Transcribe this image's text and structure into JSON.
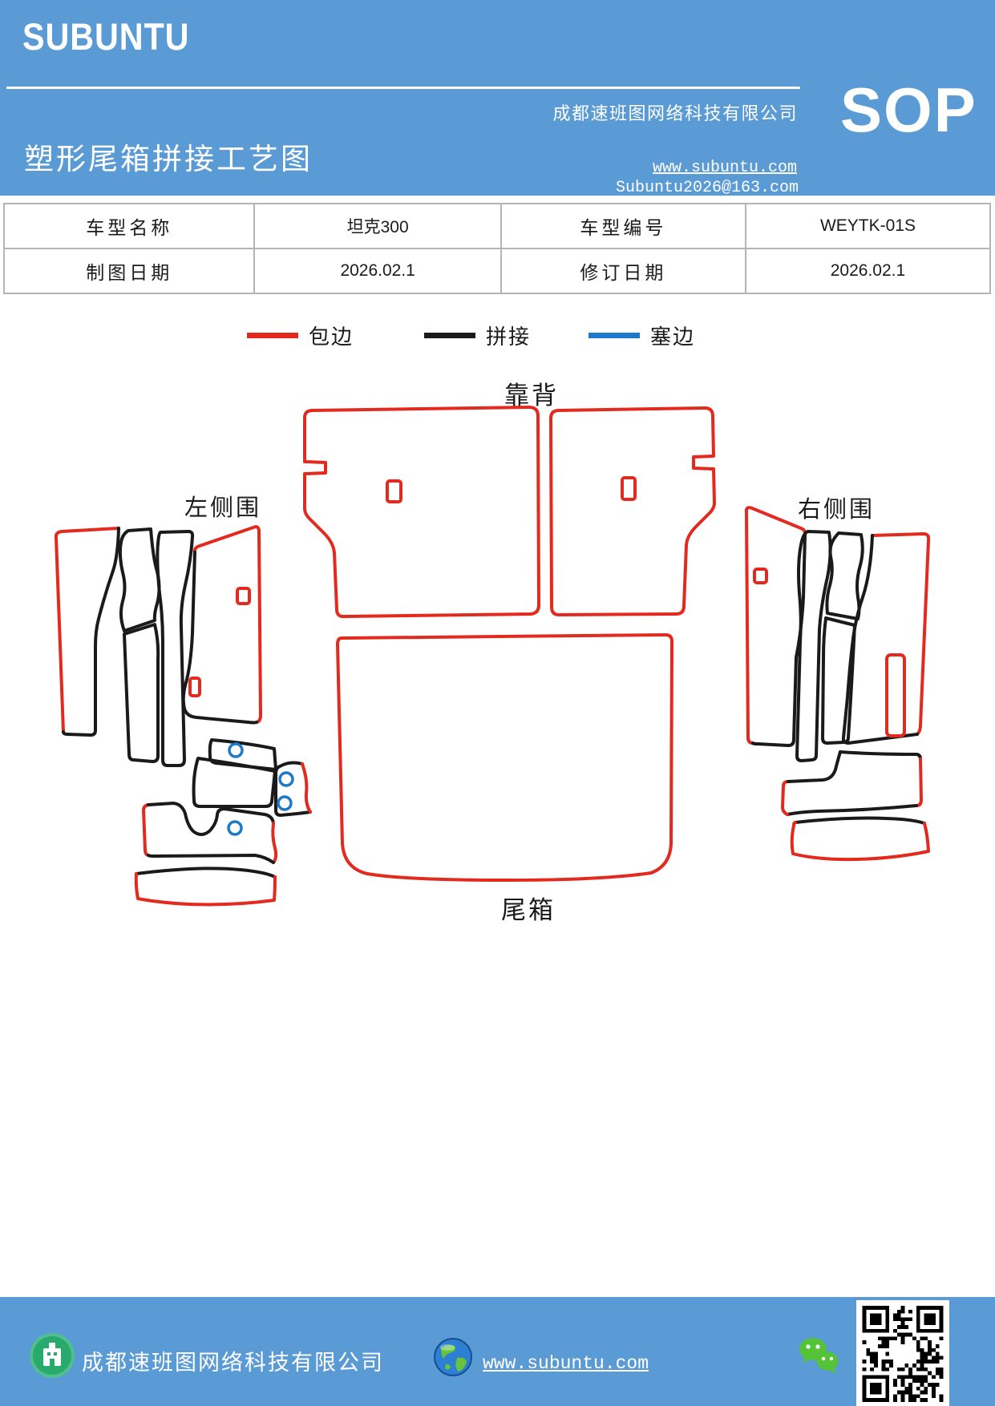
{
  "colors": {
    "accent_blue": "#5b9bd5",
    "outline_red": "#e22a1e",
    "outline_black": "#1a1a1a",
    "mark_blue": "#1e7ac8"
  },
  "header": {
    "logo": "SUBUNTU",
    "title": "塑形尾箱拼接工艺图",
    "company": "成都速班图网络科技有限公司",
    "website": "www.subuntu.com",
    "email": "Subuntu2026@163.com",
    "badge": "SOP"
  },
  "info_table": {
    "rows": [
      [
        "车型名称",
        "坦克300",
        "车型编号",
        "WEYTK-01S"
      ],
      [
        "制图日期",
        "2026.02.1",
        "修订日期",
        "2026.02.1"
      ]
    ]
  },
  "legend": {
    "items": [
      {
        "label": "包边",
        "color": "#e22a1e"
      },
      {
        "label": "拼接",
        "color": "#1a1a1a"
      },
      {
        "label": "塞边",
        "color": "#1e7ac8"
      }
    ]
  },
  "diagram": {
    "labels": {
      "backrest": "靠背",
      "left_side": "左侧围",
      "right_side": "右侧围",
      "trunk": "尾箱"
    }
  },
  "footer": {
    "company": "成都速班图网络科技有限公司",
    "website": "www.subuntu.com",
    "icons": [
      "building-icon",
      "globe-icon",
      "wechat-icon",
      "qr-code"
    ]
  }
}
